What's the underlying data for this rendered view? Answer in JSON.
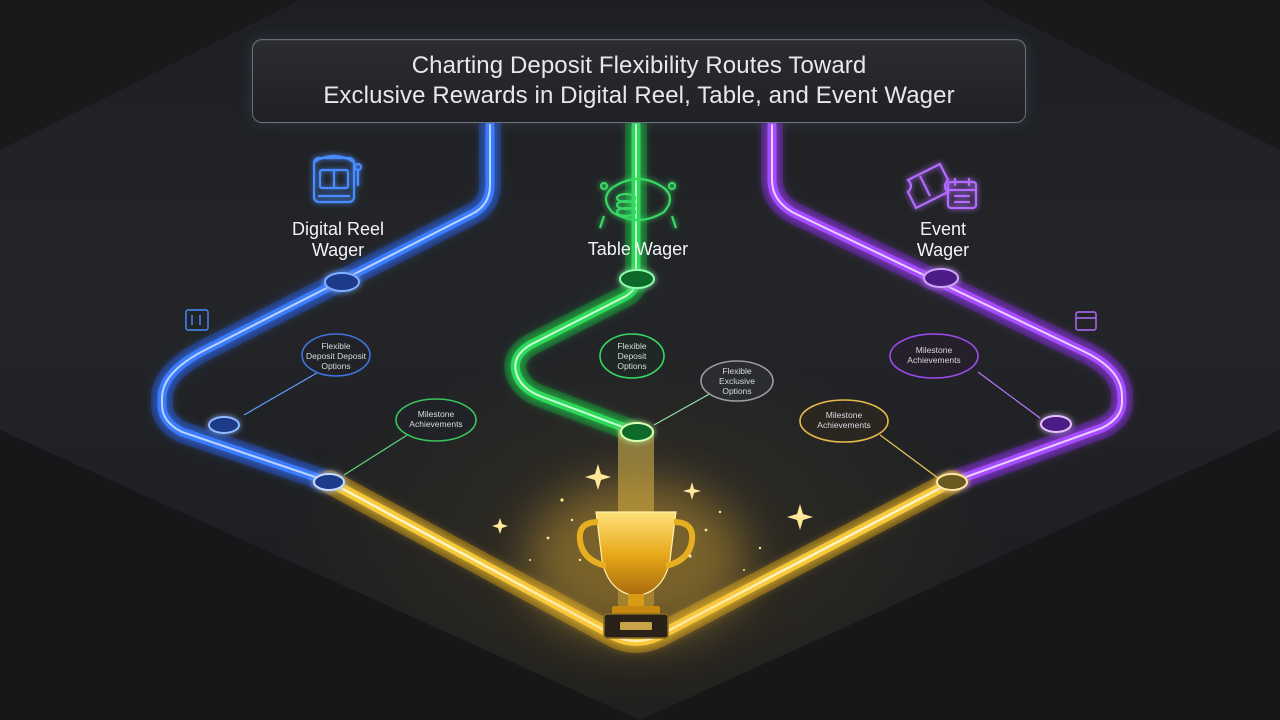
{
  "title": {
    "line1": "Charting Deposit Flexibility Routes Toward",
    "line2": "Exclusive Rewards in Digital Reel, Table, and Event Wager"
  },
  "tracks": [
    {
      "id": "reel",
      "label_line1": "Digital Reel",
      "label_line2": "Wager",
      "color": "#2f6bff",
      "icon": "slot-machine-icon"
    },
    {
      "id": "table",
      "label_line1": "Table Wager",
      "label_line2": "",
      "color": "#22c94a",
      "icon": "gaming-table-icon"
    },
    {
      "id": "event",
      "label_line1": "Event",
      "label_line2": "Wager",
      "color": "#9b3cf0",
      "icon": "event-ticket-calendar-icon"
    }
  ],
  "reward_color": "#f2c23a",
  "nodes": {
    "reel_flexible": {
      "line1": "Flexible",
      "line2": "Deposit Deposit",
      "line3": "Options"
    },
    "reel_milestone": {
      "line1": "Milestone",
      "line2": "Achievements"
    },
    "table_flexible": {
      "line1": "Flexible",
      "line2": "Deposit",
      "line3": "Options"
    },
    "table_exclusive": {
      "line1": "Flexible",
      "line2": "Exclusive",
      "line3": "Options"
    },
    "event_milestone_top": {
      "line1": "Milestone",
      "line2": "Achievements"
    },
    "event_milestone_low": {
      "line1": "Milestone",
      "line2": "Achievements"
    }
  },
  "trophy": {
    "icon": "trophy-icon"
  }
}
